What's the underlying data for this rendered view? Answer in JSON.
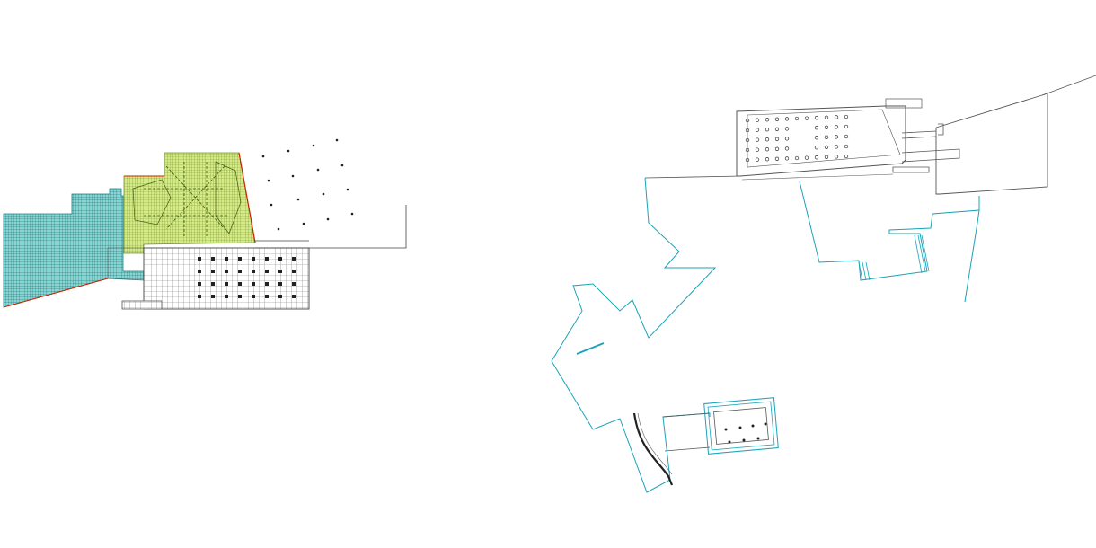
{
  "drawing": {
    "kind": "cad-site-plan",
    "colors": {
      "background": "#ffffff",
      "line": "#555555",
      "dark": "#222222",
      "teal": "#1aa3b8",
      "teal_fill": "#8fd3d1",
      "green_fill": "#d6ea8a",
      "green_line": "#6e8f2a",
      "red_edge": "#cc2200",
      "grey_grid": "#777777"
    },
    "plans": [
      {
        "name": "left-hatched-site-plan",
        "zones": [
          "teal-hatched-zone",
          "green-hatched-zone",
          "grey-grid-zone"
        ]
      },
      {
        "name": "right-outline-site-plan",
        "parts": [
          "upper-building",
          "teal-terrace",
          "lower-pavilion"
        ]
      }
    ]
  }
}
